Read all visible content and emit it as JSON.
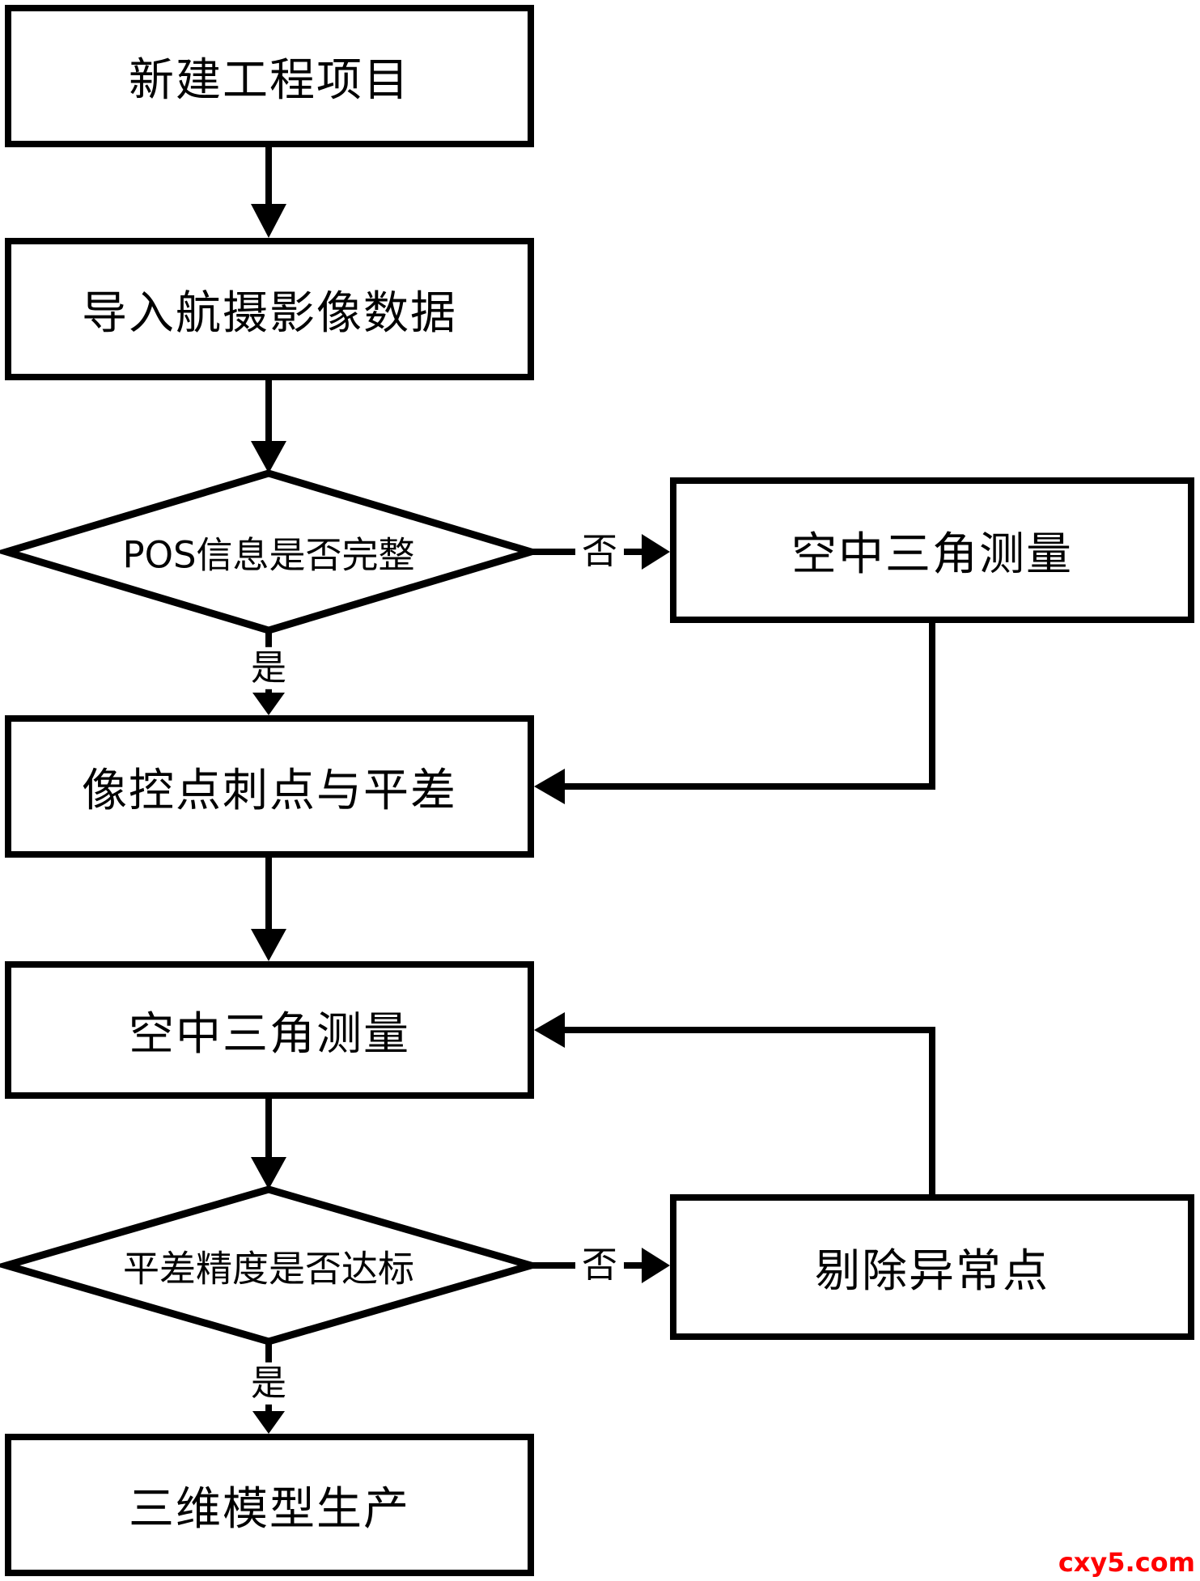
{
  "flowchart": {
    "title": "aerial-survey-3d-modeling-workflow",
    "nodes": {
      "create_project": {
        "type": "process",
        "label": "新建工程项目"
      },
      "import_imagery": {
        "type": "process",
        "label": "导入航摄影像数据"
      },
      "pos_check": {
        "type": "decision",
        "label": "POS信息是否完整"
      },
      "aerial_triangulation_no_branch": {
        "type": "process",
        "label": "空中三角测量"
      },
      "control_point_adjust": {
        "type": "process",
        "label": "像控点刺点与平差"
      },
      "aerial_triangulation_main": {
        "type": "process",
        "label": "空中三角测量"
      },
      "accuracy_check": {
        "type": "decision",
        "label": "平差精度是否达标"
      },
      "remove_outliers": {
        "type": "process",
        "label": "剔除异常点"
      },
      "model_production": {
        "type": "process",
        "label": "三维模型生产"
      }
    },
    "edge_labels": {
      "yes": "是",
      "no": "否"
    },
    "edges": [
      "create_project -> import_imagery",
      "import_imagery -> pos_check",
      "pos_check -(否)-> aerial_triangulation_no_branch",
      "pos_check -(是)-> control_point_adjust",
      "aerial_triangulation_no_branch -> control_point_adjust",
      "control_point_adjust -> aerial_triangulation_main",
      "aerial_triangulation_main -> accuracy_check",
      "accuracy_check -(否)-> remove_outliers",
      "remove_outliers -> aerial_triangulation_main",
      "accuracy_check -(是)-> model_production"
    ],
    "colors": {
      "shape_stroke": "#000000",
      "shape_fill": "#ffffff",
      "text": "#000000",
      "watermark": "#ff0000"
    }
  },
  "watermark": {
    "text": "cxy5.com"
  }
}
